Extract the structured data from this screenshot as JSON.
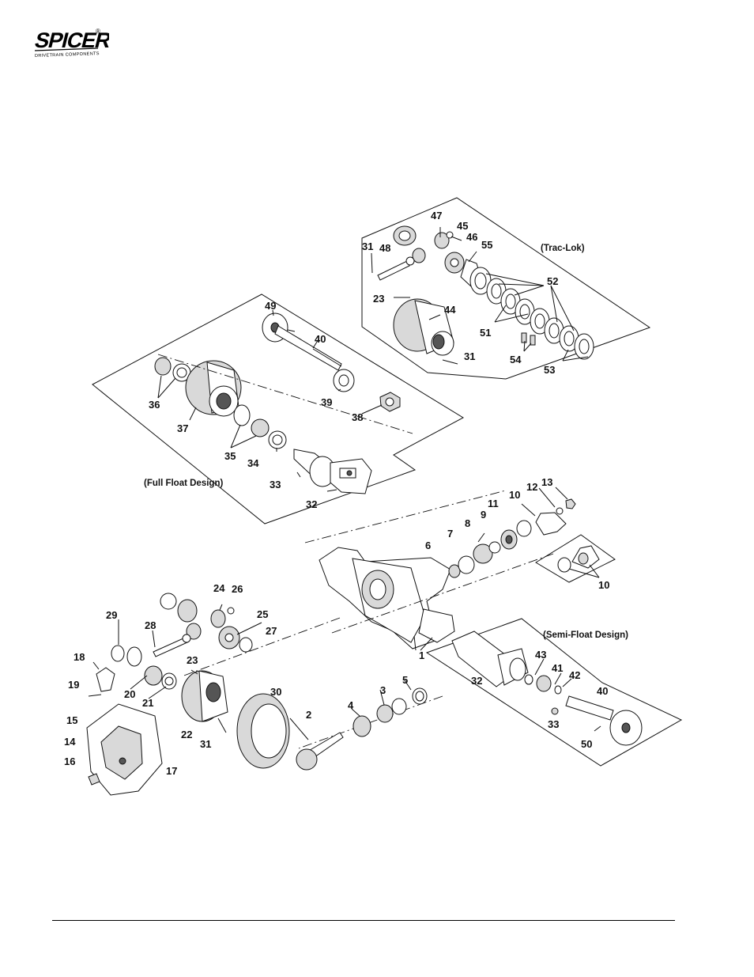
{
  "brand": {
    "name": "SPICER",
    "tagline": "DRIVETRAIN COMPONENTS",
    "registered": "®"
  },
  "captions": {
    "trac_lok": "(Trac-Lok)",
    "full_float": "(Full Float Design)",
    "semi_float": "(Semi-Float Design)"
  },
  "callouts": [
    {
      "id": "c31a",
      "text": "31"
    },
    {
      "id": "c48",
      "text": "48"
    },
    {
      "id": "c47",
      "text": "47"
    },
    {
      "id": "c45",
      "text": "45"
    },
    {
      "id": "c46",
      "text": "46"
    },
    {
      "id": "c55",
      "text": "55"
    },
    {
      "id": "c52",
      "text": "52"
    },
    {
      "id": "c23a",
      "text": "23"
    },
    {
      "id": "c44",
      "text": "44"
    },
    {
      "id": "c51",
      "text": "51"
    },
    {
      "id": "c54",
      "text": "54"
    },
    {
      "id": "c31b",
      "text": "31"
    },
    {
      "id": "c53",
      "text": "53"
    },
    {
      "id": "c49",
      "text": "49"
    },
    {
      "id": "c40a",
      "text": "40"
    },
    {
      "id": "c36",
      "text": "36"
    },
    {
      "id": "c39",
      "text": "39"
    },
    {
      "id": "c37",
      "text": "37"
    },
    {
      "id": "c38",
      "text": "38"
    },
    {
      "id": "c35",
      "text": "35"
    },
    {
      "id": "c34",
      "text": "34"
    },
    {
      "id": "c33a",
      "text": "33"
    },
    {
      "id": "c32a",
      "text": "32"
    },
    {
      "id": "c13",
      "text": "13"
    },
    {
      "id": "c12",
      "text": "12"
    },
    {
      "id": "c10a",
      "text": "10"
    },
    {
      "id": "c11",
      "text": "11"
    },
    {
      "id": "c9",
      "text": "9"
    },
    {
      "id": "c8",
      "text": "8"
    },
    {
      "id": "c7",
      "text": "7"
    },
    {
      "id": "c6",
      "text": "6"
    },
    {
      "id": "c10b",
      "text": "10"
    },
    {
      "id": "c24",
      "text": "24"
    },
    {
      "id": "c26",
      "text": "26"
    },
    {
      "id": "c29",
      "text": "29"
    },
    {
      "id": "c25",
      "text": "25"
    },
    {
      "id": "c28",
      "text": "28"
    },
    {
      "id": "c27",
      "text": "27"
    },
    {
      "id": "c18",
      "text": "18"
    },
    {
      "id": "c23b",
      "text": "23"
    },
    {
      "id": "c1",
      "text": "1"
    },
    {
      "id": "c43",
      "text": "43"
    },
    {
      "id": "c41",
      "text": "41"
    },
    {
      "id": "c42",
      "text": "42"
    },
    {
      "id": "c19",
      "text": "19"
    },
    {
      "id": "c20",
      "text": "20"
    },
    {
      "id": "c21",
      "text": "21"
    },
    {
      "id": "c32b",
      "text": "32"
    },
    {
      "id": "c30",
      "text": "30"
    },
    {
      "id": "c5",
      "text": "5"
    },
    {
      "id": "c3",
      "text": "3"
    },
    {
      "id": "c40b",
      "text": "40"
    },
    {
      "id": "c4",
      "text": "4"
    },
    {
      "id": "c2",
      "text": "2"
    },
    {
      "id": "c15",
      "text": "15"
    },
    {
      "id": "c22",
      "text": "22"
    },
    {
      "id": "c31c",
      "text": "31"
    },
    {
      "id": "c33b",
      "text": "33"
    },
    {
      "id": "c14",
      "text": "14"
    },
    {
      "id": "c50",
      "text": "50"
    },
    {
      "id": "c16",
      "text": "16"
    },
    {
      "id": "c17",
      "text": "17"
    }
  ]
}
